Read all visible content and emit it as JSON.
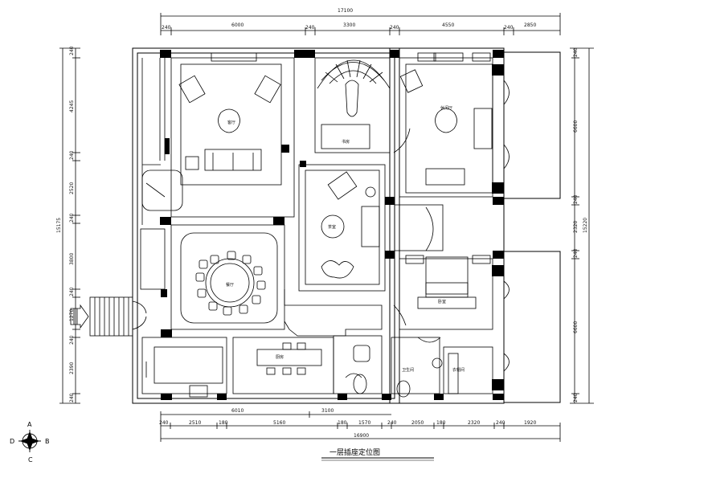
{
  "drawing": {
    "title": "一层插座定位图"
  },
  "dimensions": {
    "top_total": "17100",
    "top_segments": [
      "240",
      "6000",
      "240",
      "3300",
      "240",
      "4550",
      "240",
      "2850"
    ],
    "bottom_total": "16900",
    "bottom_upper": [
      "6010",
      "3100"
    ],
    "bottom_segments": [
      "240",
      "2510",
      "180",
      "5160",
      "180",
      "1570",
      "240",
      "2050",
      "180",
      "2320",
      "240",
      "1920"
    ],
    "left_total": "15175",
    "left_segments": [
      "240",
      "4245",
      "240",
      "2520",
      "240",
      "3800",
      "240",
      "1270",
      "240",
      "2390",
      "240"
    ],
    "right_total": "15220",
    "right_segments": [
      "240",
      "6600",
      "240",
      "2320",
      "240",
      "6600",
      "240"
    ]
  },
  "rooms": {
    "living": "客厅",
    "dining": "餐厅",
    "tea": "茶室",
    "lounge": "休闲厅",
    "bedroom": "卧室",
    "kitchen": "厨房",
    "wc": "卫生间",
    "closet": "衣帽间",
    "study": "书房"
  },
  "compass": {
    "north": "A",
    "south": "C",
    "west": "D",
    "east": "B"
  }
}
